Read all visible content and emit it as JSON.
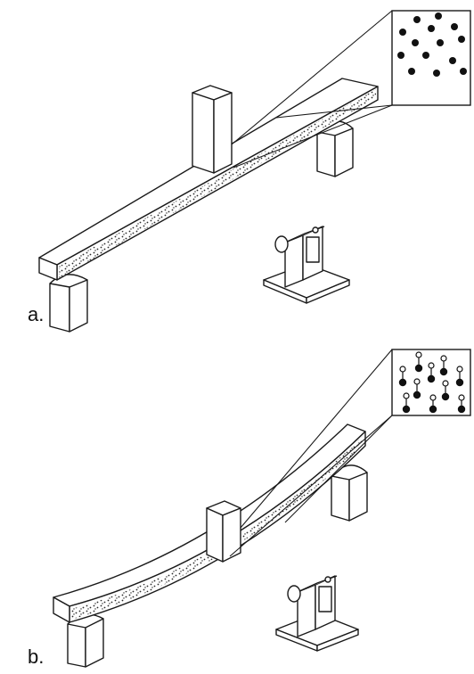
{
  "panels": [
    {
      "label": "a."
    },
    {
      "label": "b."
    }
  ],
  "colors": {
    "stroke": "#1a1a1a",
    "fill": "#ffffff",
    "speckle": "#2a2a2a",
    "particle": "#111111"
  },
  "icons": [
    "beam-support-pillar",
    "load-block",
    "camera-icon",
    "particle-zoom-inset"
  ]
}
